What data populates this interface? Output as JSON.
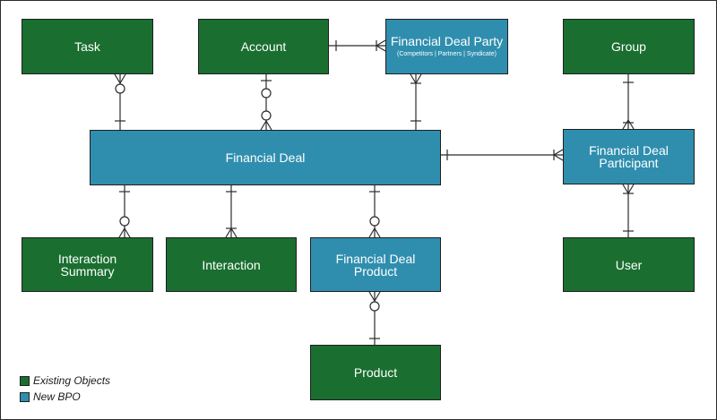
{
  "entities": {
    "task": "Task",
    "account": "Account",
    "financial_deal_party": {
      "title": "Financial Deal Party",
      "subtitle": "(Competitors | Partners | Syndicate)"
    },
    "group": "Group",
    "financial_deal": "Financial Deal",
    "financial_deal_participant": "Financial Deal Participant",
    "interaction_summary": "Interaction Summary",
    "interaction": "Interaction",
    "financial_deal_product": "Financial Deal Product",
    "user": "User",
    "product": "Product"
  },
  "legend": {
    "existing": {
      "label": "Existing Objects",
      "color": "#1a6f30"
    },
    "new": {
      "label": "New BPO",
      "color": "#2f8eae"
    }
  },
  "colors": {
    "existing": "#1a6f30",
    "new_bpo": "#2f8eae",
    "line": "#2b2b2b"
  }
}
